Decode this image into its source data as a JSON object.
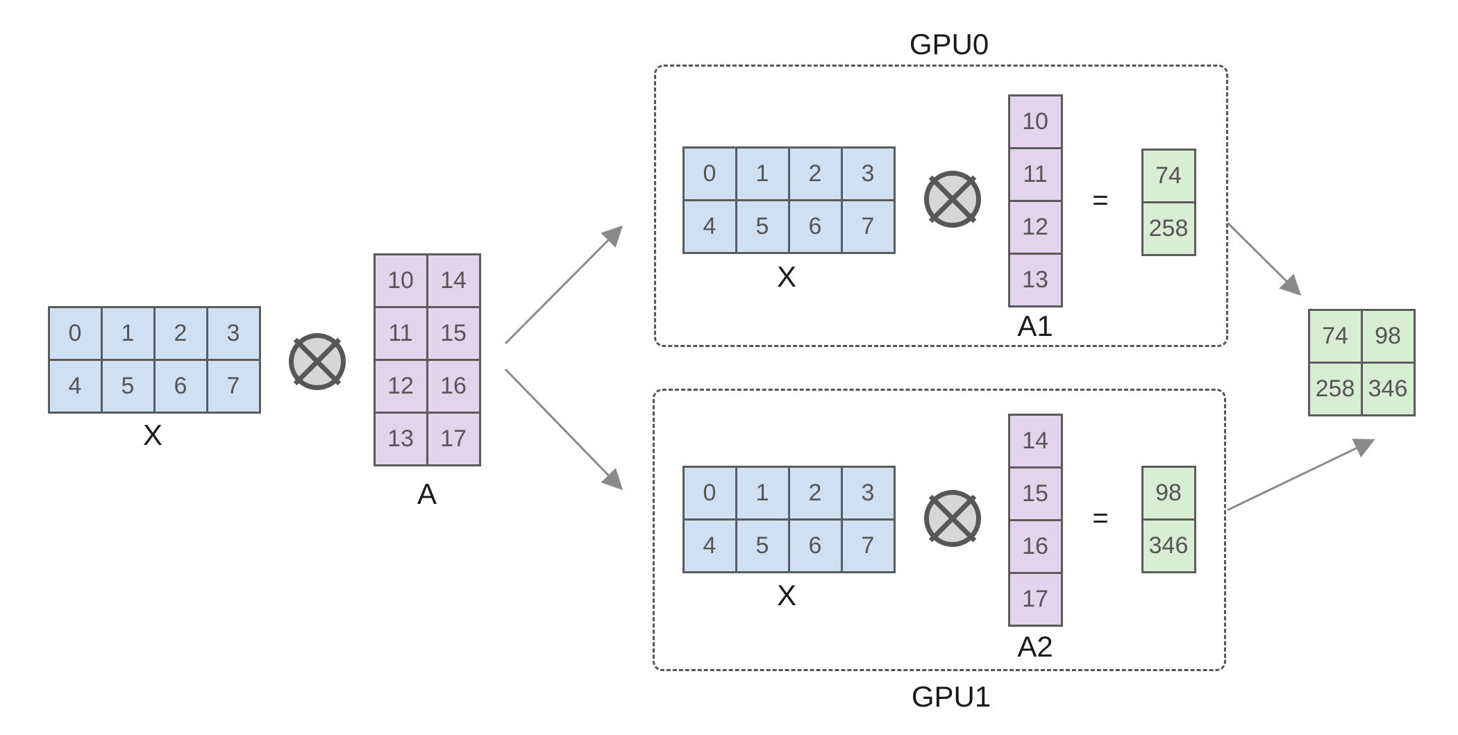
{
  "colors": {
    "x_fill": "#cfe0f3",
    "a_fill": "#e2d4ec",
    "result_fill": "#d8eed2",
    "border": "#5b5b5b",
    "arrow": "#8a8a8a"
  },
  "input": {
    "x_label": "X",
    "x_rows": [
      [
        "0",
        "1",
        "2",
        "3"
      ],
      [
        "4",
        "5",
        "6",
        "7"
      ]
    ],
    "a_label": "A",
    "a_rows": [
      [
        "10",
        "14"
      ],
      [
        "11",
        "15"
      ],
      [
        "12",
        "16"
      ],
      [
        "13",
        "17"
      ]
    ]
  },
  "gpu0": {
    "title": "GPU0",
    "x_label": "X",
    "x_rows": [
      [
        "0",
        "1",
        "2",
        "3"
      ],
      [
        "4",
        "5",
        "6",
        "7"
      ]
    ],
    "a_label": "A1",
    "a_rows": [
      [
        "10"
      ],
      [
        "11"
      ],
      [
        "12"
      ],
      [
        "13"
      ]
    ],
    "equals": "=",
    "result_rows": [
      [
        "74"
      ],
      [
        "258"
      ]
    ]
  },
  "gpu1": {
    "title": "GPU1",
    "x_label": "X",
    "x_rows": [
      [
        "0",
        "1",
        "2",
        "3"
      ],
      [
        "4",
        "5",
        "6",
        "7"
      ]
    ],
    "a_label": "A2",
    "a_rows": [
      [
        "14"
      ],
      [
        "15"
      ],
      [
        "16"
      ],
      [
        "17"
      ]
    ],
    "equals": "=",
    "result_rows": [
      [
        "98"
      ],
      [
        "346"
      ]
    ]
  },
  "output": {
    "rows": [
      [
        "74",
        "98"
      ],
      [
        "258",
        "346"
      ]
    ]
  }
}
